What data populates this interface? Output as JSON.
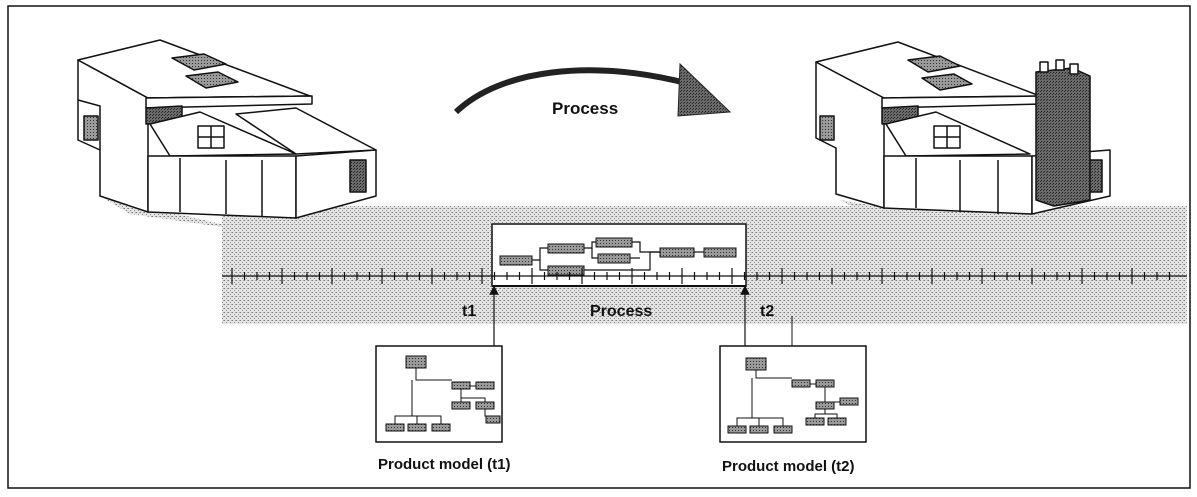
{
  "labels": {
    "process_arc": "Process",
    "process_timeline": "Process",
    "t1": "t1",
    "t2": "t2",
    "product_model_t1": "Product model (t1)",
    "product_model_t2": "Product model (t2)"
  },
  "colors": {
    "ink": "#111111",
    "panel_stipple": "#bdbdbd",
    "paper": "#ffffff",
    "brick": "#5a5a5a"
  },
  "icons": [
    "house-before-icon",
    "house-after-icon",
    "process-arrow-icon",
    "process-network-icon",
    "product-tree-icon"
  ]
}
